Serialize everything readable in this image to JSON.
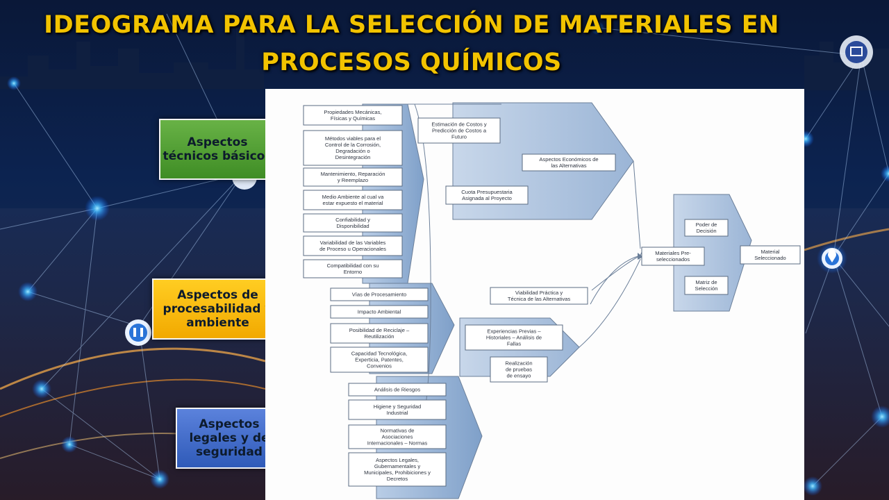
{
  "title": {
    "line1": "IDEOGRAMA PARA LA SELECCIÓN DE MATERIALES EN",
    "line2": "PROCESOS QUÍMICOS"
  },
  "categories": {
    "tecnicos": "Aspectos técnicos básicos",
    "procesabilidad": "Aspectos de procesabilidad y ambiente",
    "legales": "Aspectos legales y de seguridad"
  },
  "diagram": {
    "tecnicos_items": [
      [
        "Propiedades Mecánicas,",
        "Físicas y Químicas"
      ],
      [
        "Métodos viables para el",
        "Control de la Corrosión,",
        "Degradación o",
        "Desintegración"
      ],
      [
        "Mantenimiento, Reparación",
        "y Reemplazo"
      ],
      [
        "Medio Ambiente al cual va",
        "estar expuesto el material"
      ],
      [
        "Confiabilidad y",
        "Disponibilidad"
      ],
      [
        "Variabilidad de las Variables",
        "de Proceso u Operacionales"
      ],
      [
        "Compatibilidad con su",
        "Entorno"
      ]
    ],
    "procesabilidad_items": [
      [
        "Vías de Procesamiento"
      ],
      [
        "Impacto Ambiental"
      ],
      [
        "Posibilidad de Reciclaje –",
        "Reutilización"
      ],
      [
        "Capacidad Tecnológica,",
        "Experticia, Patentes,",
        "Convenios"
      ]
    ],
    "legales_items": [
      [
        "Análisis de Riesgos"
      ],
      [
        "Higiene y Seguridad",
        "Industrial"
      ],
      [
        "Normativas  de",
        "Asociaciones",
        "Internacionales – Normas"
      ],
      [
        "Aspectos Legales,",
        "Gubernamentales y",
        "Municipales, Prohibiciones y",
        "Decretos"
      ]
    ],
    "economicos": {
      "costos": [
        "Estimación de Costos y",
        "Predicción de Costos a",
        "Futuro"
      ],
      "cuota": [
        "Cuota Presupuestaria",
        "Asignada al Proyecto"
      ],
      "aspectos": [
        "Aspectos Económicos de",
        "las Alternativas"
      ]
    },
    "viabilidad": {
      "titulo": [
        "Viabilidad Práctica y",
        "Técnica de las Alternativas"
      ],
      "experiencias": [
        "Experiencias Previas –",
        "Historiales – Análisis de",
        "Fallas"
      ],
      "pruebas": [
        "Realización",
        "de pruebas",
        "de ensayo"
      ]
    },
    "seleccion": {
      "preseleccionados": [
        "Materiales Pre-",
        "seleccionados"
      ],
      "poder": [
        "Poder de",
        "Decisión"
      ],
      "matriz": [
        "Matriz de",
        "Selección"
      ],
      "seleccionado": [
        "Material",
        "Seleccionado"
      ]
    }
  }
}
